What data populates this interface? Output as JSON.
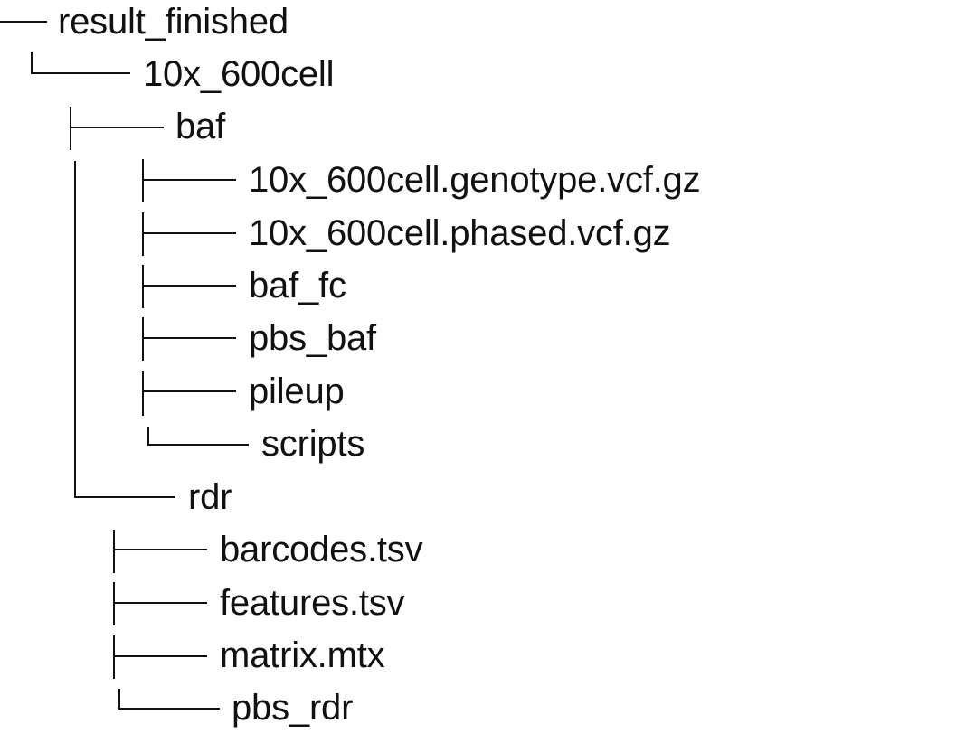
{
  "tree": {
    "root": "result_finished",
    "sample": "10x_600cell",
    "baf": {
      "label": "baf",
      "children": [
        "10x_600cell.genotype.vcf.gz",
        "10x_600cell.phased.vcf.gz",
        "baf_fc",
        "pbs_baf",
        "pileup",
        "scripts"
      ]
    },
    "rdr": {
      "label": "rdr",
      "children": [
        "barcodes.tsv",
        "features.tsv",
        "matrix.mtx",
        "pbs_rdr"
      ]
    }
  }
}
